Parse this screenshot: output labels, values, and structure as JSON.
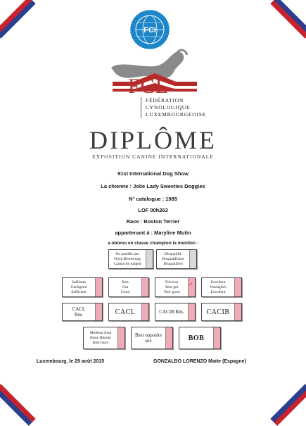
{
  "header": {
    "fci_logo_text": "FCI",
    "logo_text": "FCL",
    "org_lines": [
      "FÉDÉRATION",
      "CYNOLOGIQUE",
      "LUXEMBOURGEOISE"
    ]
  },
  "title": "DIPLÔME",
  "subtitle": "EXPOSITION CANINE INTERNATIONALE",
  "details": {
    "show": "91st International Dog Show",
    "dog": "La chienne : Jolie Lady Sweeties Doggies",
    "catalogue": "N° catalogue : 1985",
    "lof": "LOF 00h263",
    "breed": "Race : Boston Terrier",
    "owner": "appartenant à : Maryline Mutin",
    "intro": "a obtenu en classe champion la mention :"
  },
  "results": {
    "row1": [
      "Ne qualifie pas / Nicht Bewertung / Cannot be judged",
      "Disqualifié / Disqualifiziert / Disqualified"
    ],
    "row2": [
      "Suffisant / Genügend / Sufficient",
      "Bon / Gut / Good",
      "Très bon / Sehr gut / Very good",
      "Excellent / Vorzüglich / Excellent"
    ],
    "row3": [
      "CACL",
      "CACL",
      "CACIB Rés.",
      "CACIB"
    ],
    "row3_sub": [
      "Rés.",
      "",
      "",
      ""
    ],
    "row4": [
      "Meilleur fond / Beste Hündin / Best bitch",
      "Best opposite sex",
      "BOB"
    ]
  },
  "footer": {
    "place_date": "Luxembourg, le 29 août 2015",
    "judge": "GONZALBO LORENZO Maite (Espagne)"
  }
}
